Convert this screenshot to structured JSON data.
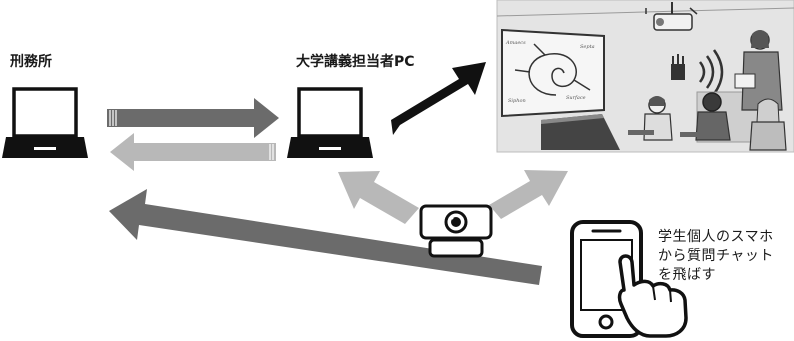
{
  "labels": {
    "prison_office": "刑務所",
    "university_pc": "大学講義担当者PC"
  },
  "caption": {
    "lines": [
      "学生個人のスマホ",
      "から質問チャット",
      "を飛ばす"
    ]
  },
  "colors": {
    "arrow_dark": "#6b6b6b",
    "arrow_light": "#b8b8b8",
    "arrow_black": "#111111",
    "device_stroke": "#111111",
    "photo_bg": "#e4e4e4"
  },
  "icons": {
    "prison_laptop": "laptop-icon",
    "university_laptop": "laptop-icon",
    "camera": "webcam-icon",
    "phone": "smartphone-icon",
    "hand": "tapping-hand-icon"
  }
}
